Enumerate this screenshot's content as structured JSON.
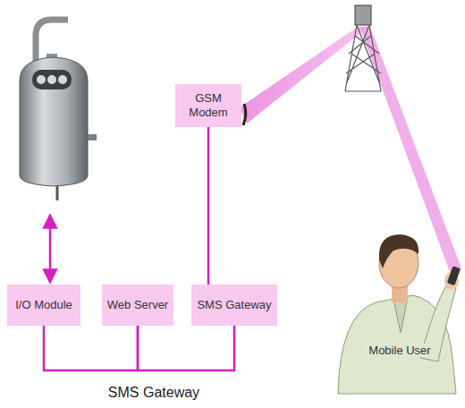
{
  "diagram": {
    "caption": "SMS Gateway",
    "nodes": [
      {
        "text": [
          "GSM Modem"
        ]
      },
      {
        "text": [
          "I/O Module"
        ]
      },
      {
        "text": [
          "Web Server"
        ]
      },
      {
        "text": [
          "SMS Gateway"
        ]
      }
    ],
    "edges": [
      {
        "from": 3,
        "to": 0,
        "arrow": "none"
      },
      {
        "from": 1,
        "to": 2,
        "arrow": "none"
      },
      {
        "from": 2,
        "to": 3,
        "arrow": "none"
      }
    ],
    "labels": [
      "Mobile User"
    ]
  }
}
